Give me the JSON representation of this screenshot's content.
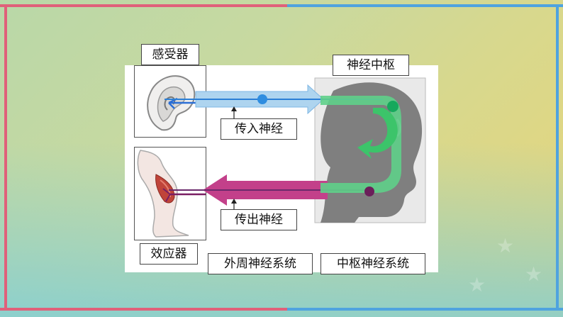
{
  "labels": {
    "receptor": "感受器",
    "center": "神经中枢",
    "afferent": "传入神经",
    "efferent": "传出神经",
    "effector": "效应器",
    "peripheral": "外周神经系统",
    "central": "中枢神经系统"
  },
  "colors": {
    "afferent_arrow": "#6fb6e6",
    "efferent_arrow": "#c0307a",
    "center_arrow": "#3cc46a",
    "frame_red": "#e0607a",
    "frame_blue": "#4fa3df"
  },
  "icons": [
    "ear-image",
    "head-silhouette",
    "leg-muscle-image"
  ]
}
